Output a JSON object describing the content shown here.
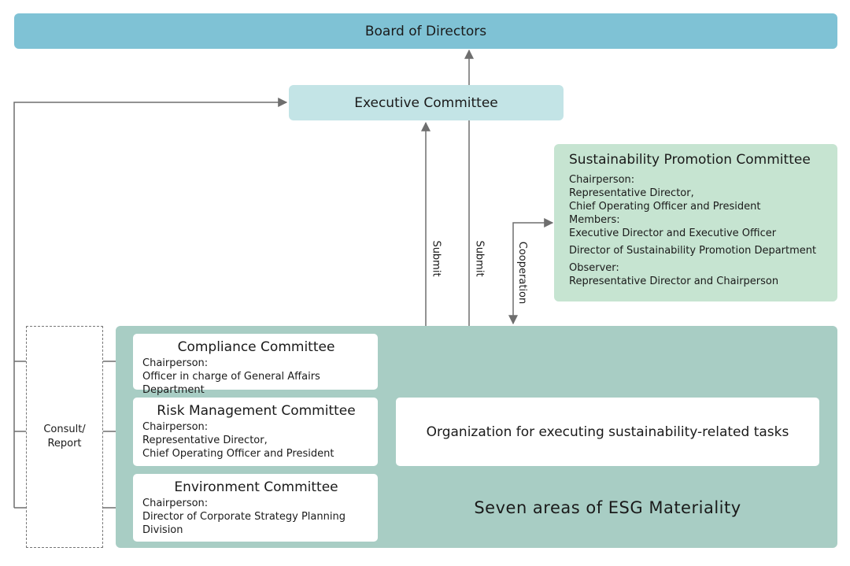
{
  "board": {
    "title": "Board of Directors"
  },
  "executive": {
    "title": "Executive Committee"
  },
  "sustainability": {
    "title": "Sustainability Promotion Committee",
    "chair_label": "Chairperson:",
    "chair_line1": "Representative Director,",
    "chair_line2": "Chief Operating Officer and President",
    "members_label": "Members:",
    "members_line1": "Executive Director and Executive Officer",
    "members_line2": "Director of Sustainability Promotion Department",
    "observer_label": "Observer:",
    "observer_line1": "Representative Director and Chairperson"
  },
  "compliance": {
    "title": "Compliance Committee",
    "chair_label": "Chairperson:",
    "line1": "Officer in charge of General Affairs Department"
  },
  "risk": {
    "title": "Risk Management Committee",
    "chair_label": "Chairperson:",
    "line1": "Representative Director,",
    "line2": "Chief Operating Officer and President"
  },
  "environment": {
    "title": "Environment Committee",
    "chair_label": "Chairperson:",
    "line1": "Director of Corporate Strategy Planning",
    "line2": "Division"
  },
  "organization": {
    "title": "Organization for executing sustainability-related tasks"
  },
  "esg": {
    "title": "Seven areas of ESG Materiality"
  },
  "consult": {
    "line1": "Consult/",
    "line2": "Report"
  },
  "edges": {
    "submit_1": "Submit",
    "submit_2": "Submit",
    "cooperation": "Cooperation"
  },
  "colors": {
    "board": "#7fc2d5",
    "executive": "#c3e4e6",
    "sustainability": "#c6e4d1",
    "organization": "#a8cdc4",
    "arrow": "#6e6e6e"
  }
}
